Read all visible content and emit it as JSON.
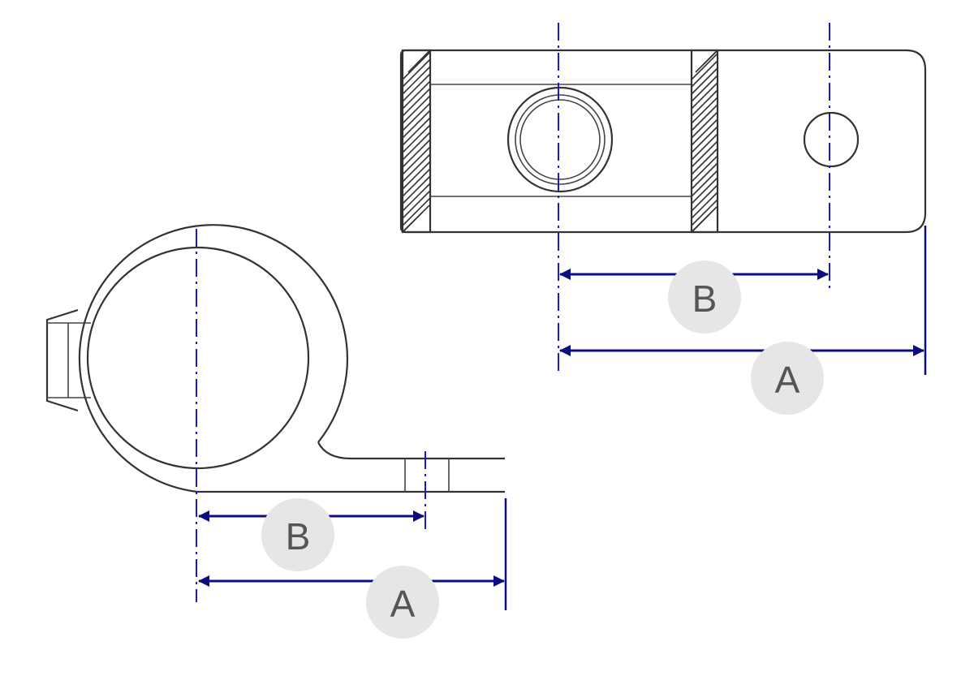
{
  "colors": {
    "dimension_line": "#0d0d80",
    "center_line": "#1a1acc",
    "outline": "#333333",
    "badge_fill": "#e6e6e6",
    "badge_text": "#555555"
  },
  "top_view": {
    "dimensions": {
      "b_label": "B",
      "a_label": "A"
    }
  },
  "side_view": {
    "dimensions": {
      "b_label": "B",
      "a_label": "A"
    }
  }
}
